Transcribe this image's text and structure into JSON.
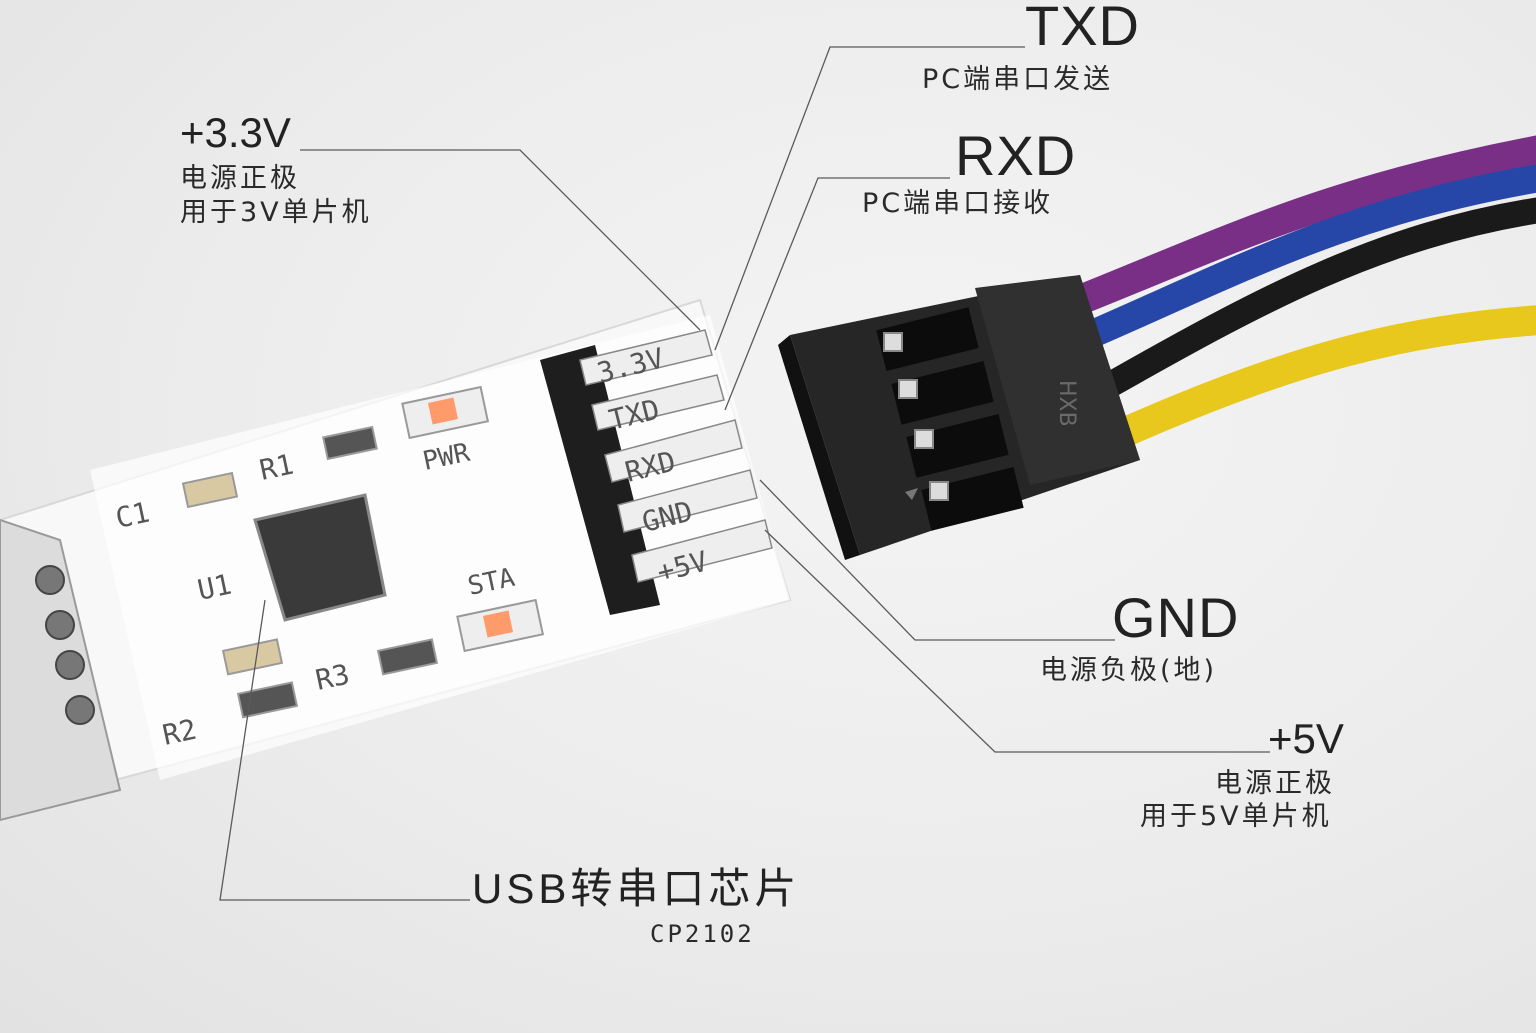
{
  "labels": {
    "txd": {
      "title": "TXD",
      "desc": "PC端串口发送"
    },
    "rxd": {
      "title": "RXD",
      "desc": "PC端串口接收"
    },
    "v33": {
      "title": "+3.3V",
      "desc_line1": "电源正极",
      "desc_line2": "用于3V单片机"
    },
    "gnd": {
      "title": "GND",
      "desc": "电源负极(地)"
    },
    "v5": {
      "title": "+5V",
      "desc_line1": "电源正极",
      "desc_line2": "用于5V单片机"
    },
    "chip": {
      "title": "USB转串口芯片",
      "model": "CP2102"
    }
  },
  "board": {
    "pins": [
      "3.3V",
      "TXD",
      "RXD",
      "GND",
      "+5V"
    ],
    "silkscreen": [
      "R1",
      "C1",
      "U1",
      "R2",
      "R3",
      "PWR",
      "STA"
    ],
    "connector_mark": "HXB"
  },
  "colors": {
    "wire_purple": "#7a2f86",
    "wire_blue": "#2747a8",
    "wire_black": "#1a1a1a",
    "wire_yellow": "#e8c81c",
    "connector": "#2a2a2a"
  }
}
